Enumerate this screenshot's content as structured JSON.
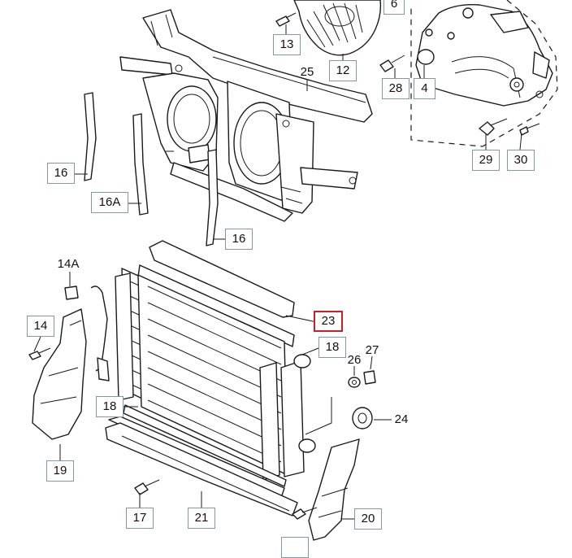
{
  "diagram": {
    "callouts": {
      "c6": "6",
      "c13": "13",
      "c12": "12",
      "c25": "25",
      "c28": "28",
      "c4": "4",
      "c16_left": "16",
      "c16a": "16A",
      "c16_mid": "16",
      "c29": "29",
      "c30": "30",
      "c14a": "14A",
      "c14": "14",
      "c23": "23",
      "c18_right": "18",
      "c26": "26",
      "c27": "27",
      "c24": "24",
      "c18_left": "18",
      "c19": "19",
      "c17": "17",
      "c21": "21",
      "c20": "20"
    },
    "selected_callout": "23",
    "colors": {
      "callout_border": "#7e9aa6",
      "selected_border": "#c8202a",
      "line": "#1a1a1a"
    }
  }
}
